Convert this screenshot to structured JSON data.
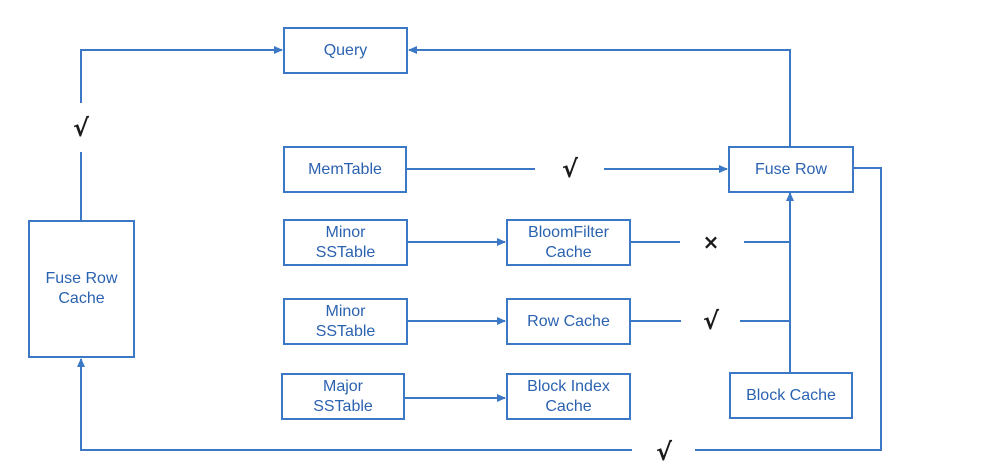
{
  "colors": {
    "line": "#3b78c5",
    "box_text": "#2b62b0",
    "mark": "#1a1a1a"
  },
  "boxes": {
    "query": "Query",
    "memtable": "MemTable",
    "minor_sstable_1": "Minor\nSSTable",
    "minor_sstable_2": "Minor\nSSTable",
    "major_sstable": "Major\nSSTable",
    "bloomfilter_cache": "BloomFilter\nCache",
    "row_cache": "Row Cache",
    "block_index_cache": "Block Index\nCache",
    "fuse_row": "Fuse Row",
    "block_cache": "Block Cache",
    "fuse_row_cache": "Fuse Row\nCache"
  },
  "marks": {
    "left_check": "√",
    "memtable_check": "√",
    "bloomfilter_cross": "×",
    "row_cache_check": "√",
    "bottom_check": "√"
  }
}
